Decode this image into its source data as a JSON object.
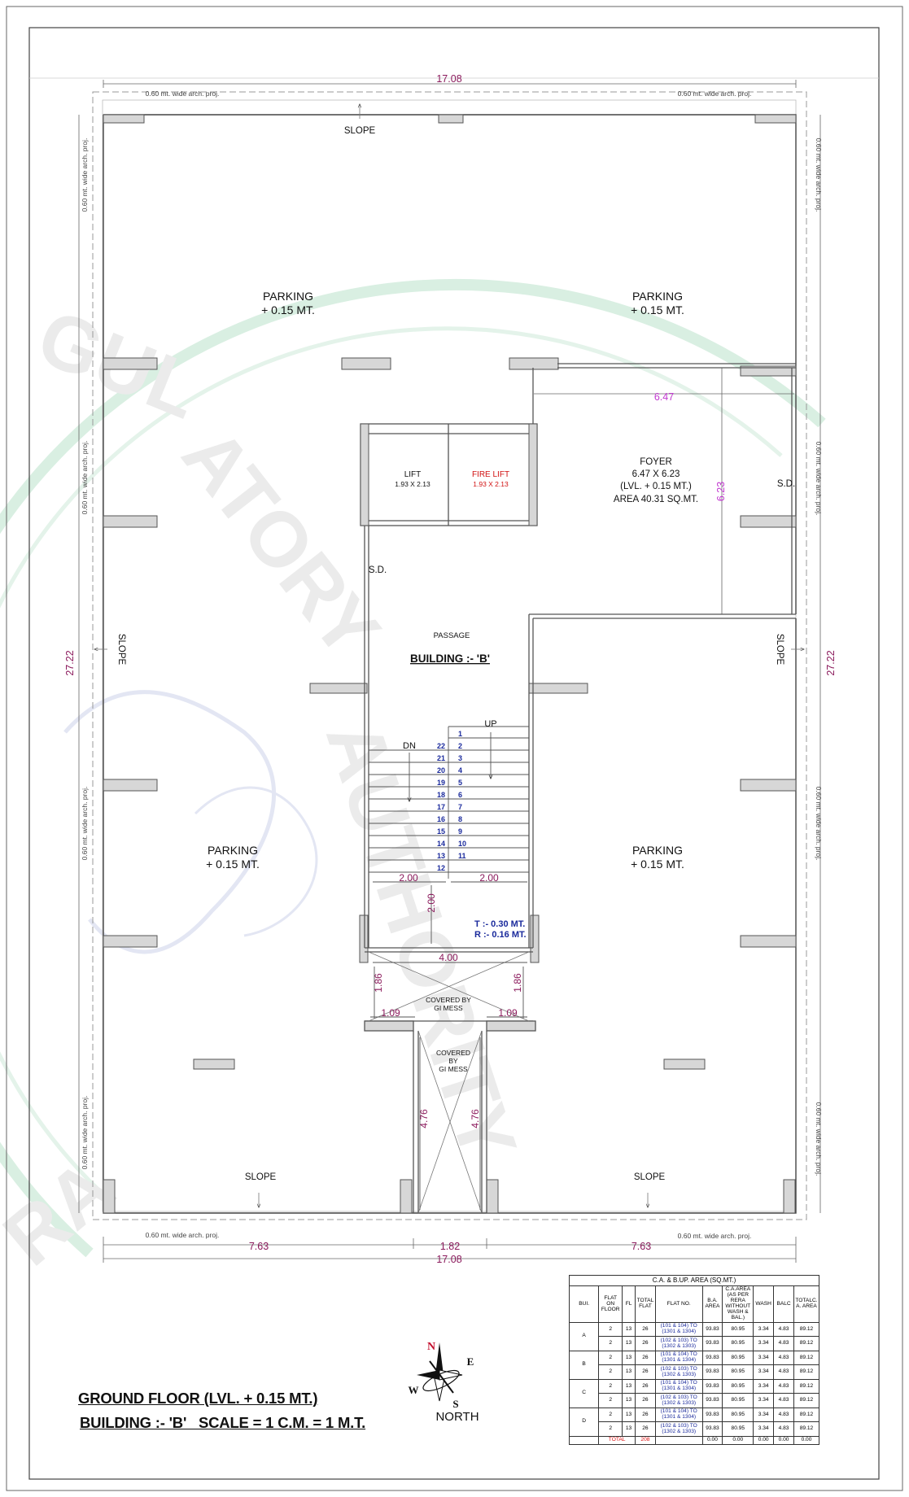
{
  "dimensions": {
    "overall_width": "17.08",
    "overall_depth": "27.22",
    "foyer_width": "6.47",
    "foyer_depth": "6.23",
    "stair_left": "2.00",
    "stair_right": "2.00",
    "stair_landing": "2.00",
    "covered_width": "4.00",
    "covered_depth_left": "1.86",
    "covered_depth_right": "1.86",
    "offset_left": "1.09",
    "offset_right": "1.09",
    "passage_depth_left": "4.76",
    "passage_depth_right": "4.76",
    "bottom_left": "7.63",
    "bottom_mid": "1.82",
    "bottom_right": "7.63",
    "bottom_total": "17.08"
  },
  "labels": {
    "arch_proj": "0.60 mt. wide arch. proj.",
    "slope": "SLOPE",
    "parking": "PARKING",
    "parking_level": "+ 0.15 MT.",
    "lift": "LIFT",
    "lift_size": "1.93 X 2.13",
    "fire_lift": "FIRE LIFT",
    "fire_lift_size": "1.93 X 2.13",
    "foyer": "FOYER",
    "foyer_size": "6.47 X 6.23",
    "foyer_level": "(LVL. + 0.15 MT.)",
    "foyer_area": "AREA 40.31 SQ.MT.",
    "sd": "S.D.",
    "passage": "PASSAGE",
    "building": "BUILDING :- 'B'",
    "up": "UP",
    "dn": "DN",
    "tread": "T :- 0.30 MT.",
    "riser": "R :- 0.16 MT.",
    "covered_1": "COVERED BY",
    "covered_2": "GI MESS",
    "covered_v1": "COVERED",
    "covered_v2": "BY",
    "covered_v3": "GI MESS"
  },
  "stairs": {
    "up_steps": [
      "1",
      "2",
      "3",
      "4",
      "5",
      "6",
      "7",
      "8",
      "9",
      "10",
      "11",
      "12"
    ],
    "down_steps": [
      "22",
      "21",
      "20",
      "19",
      "18",
      "17",
      "16",
      "15",
      "14",
      "13"
    ]
  },
  "compass": {
    "n": "N",
    "e": "E",
    "s": "S",
    "w": "W",
    "caption": "NORTH"
  },
  "title": {
    "line1": "GROUND FLOOR (LVL. + 0.15 MT.)",
    "line2": "BUILDING :- 'B'   SCALE = 1 C.M. = 1 M.T."
  },
  "area_table": {
    "caption": "C.A. & B.UP. AREA (SQ.MT.)",
    "headers": [
      "BUI.",
      "FLAT ON FLOOR",
      "FL",
      "TOTAL FLAT",
      "FLAT NO.",
      "B.A. AREA",
      "C.A.AREA (AS PER RERA WITHOUT WASH & BAL.)",
      "WASH",
      "BALC",
      "TOTALC. A. AREA"
    ],
    "buildings": [
      "A",
      "B",
      "C",
      "D"
    ],
    "rows": [
      [
        "2",
        "13",
        "26",
        "(101 & 104) TO (1301 & 1304)",
        "93.83",
        "80.95",
        "3.34",
        "4.83",
        "89.12"
      ],
      [
        "2",
        "13",
        "26",
        "(102 & 103) TO (1302 & 1303)",
        "93.83",
        "80.95",
        "3.34",
        "4.83",
        "89.12"
      ],
      [
        "2",
        "13",
        "26",
        "(101 & 104) TO (1301 & 1304)",
        "93.83",
        "80.95",
        "3.34",
        "4.83",
        "89.12"
      ],
      [
        "2",
        "13",
        "26",
        "(102 & 103) TO (1302 & 1303)",
        "93.83",
        "80.95",
        "3.34",
        "4.83",
        "89.12"
      ],
      [
        "2",
        "13",
        "26",
        "(101 & 104) TO (1301 & 1304)",
        "93.83",
        "80.95",
        "3.34",
        "4.83",
        "89.12"
      ],
      [
        "2",
        "13",
        "26",
        "(102 & 103) TO (1302 & 1303)",
        "93.83",
        "80.95",
        "3.34",
        "4.83",
        "89.12"
      ],
      [
        "2",
        "13",
        "26",
        "(101 & 104) TO (1301 & 1304)",
        "93.83",
        "80.95",
        "3.34",
        "4.83",
        "89.12"
      ],
      [
        "2",
        "13",
        "26",
        "(102 & 103) TO (1302 & 1303)",
        "93.83",
        "80.95",
        "3.34",
        "4.83",
        "89.12"
      ]
    ],
    "total": {
      "label": "TOTAL",
      "total_flat": "208",
      "ba": "0.00",
      "ca": "0.00",
      "wash": "0.00",
      "balc": "0.00",
      "tca": "0.00"
    }
  },
  "colors": {
    "dimension": "#8b1a5c",
    "magenta": "#c23ad0",
    "blue_text": "#1a2a9c",
    "red": "#d11111",
    "wall": "#555555",
    "column_fill": "#d7d7d7",
    "watermark_green": "#d4ecde",
    "watermark_gray": "#e6e6e6"
  }
}
